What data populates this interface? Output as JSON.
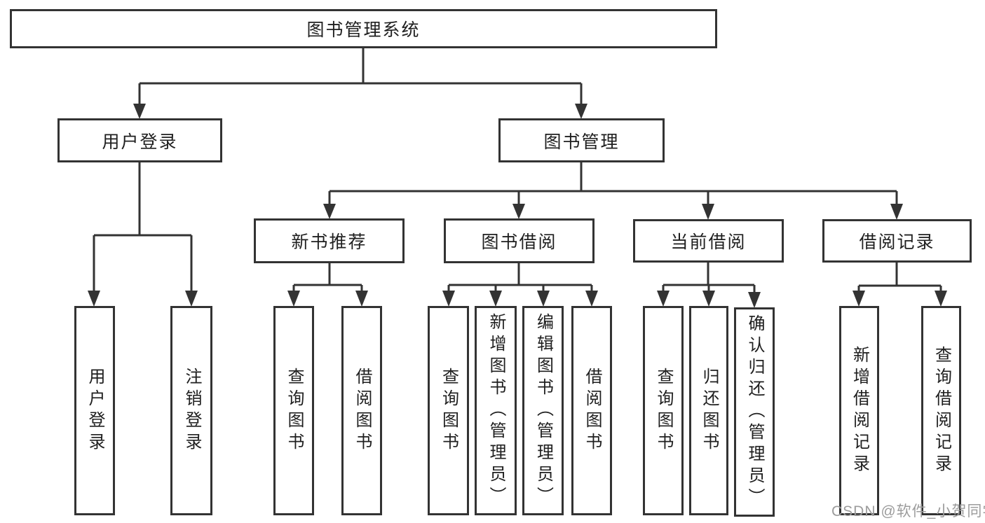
{
  "tree": {
    "root": {
      "label": "图书管理系统"
    },
    "branches": [
      {
        "label": "用户登录",
        "children": [
          {
            "label": "用户登录"
          },
          {
            "label": "注销登录"
          }
        ]
      },
      {
        "label": "图书管理",
        "children": [
          {
            "label": "新书推荐",
            "children": [
              {
                "label": "查询图书"
              },
              {
                "label": "借阅图书"
              }
            ]
          },
          {
            "label": "图书借阅",
            "children": [
              {
                "label": "查询图书"
              },
              {
                "label": "新增图书（管理员）"
              },
              {
                "label": "编辑图书（管理员）"
              },
              {
                "label": "借阅图书"
              }
            ]
          },
          {
            "label": "当前借阅",
            "children": [
              {
                "label": "查询图书"
              },
              {
                "label": "归还图书"
              },
              {
                "label": "确认归还（管理员）"
              }
            ]
          },
          {
            "label": "借阅记录",
            "children": [
              {
                "label": "新增借阅记录"
              },
              {
                "label": "查询借阅记录"
              }
            ]
          }
        ]
      }
    ]
  },
  "watermark": {
    "text": "CSDN @软件_小贺同学"
  },
  "colors": {
    "line": "#333333",
    "node_border": "#333333",
    "node_background": "#ffffff",
    "text": "#1f1f1f",
    "watermark": "#9c9c9c",
    "background": "#ffffff"
  }
}
